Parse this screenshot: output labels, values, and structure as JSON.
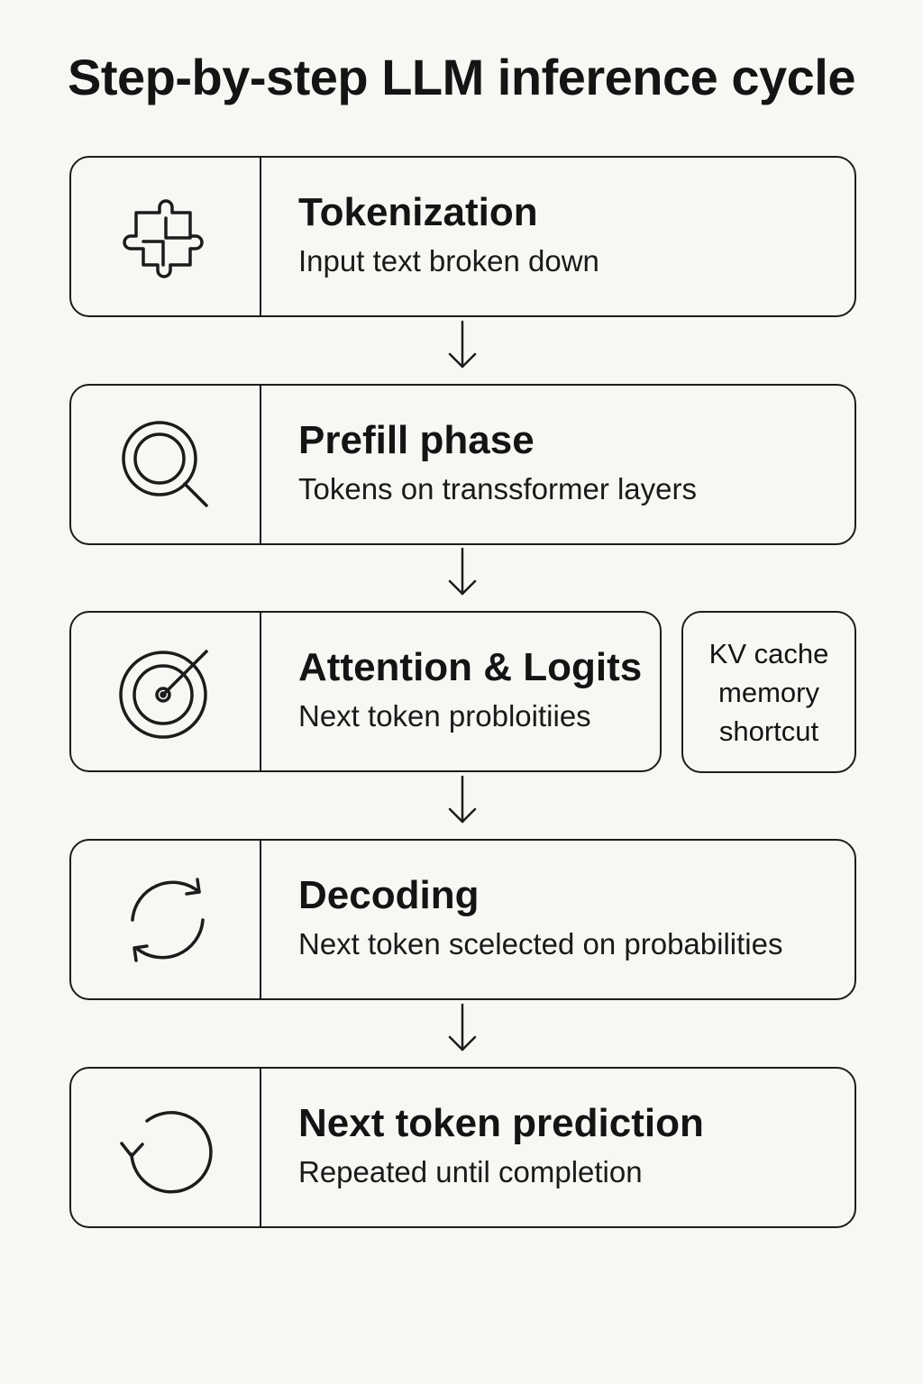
{
  "title": "Step-by-step LLM inference cycle",
  "steps": [
    {
      "title": "Tokenization",
      "description": "Input text broken down",
      "icon": "puzzle-icon"
    },
    {
      "title": "Prefill phase",
      "description": "Tokens on transsformer layers",
      "icon": "magnifier-icon"
    },
    {
      "title": "Attention & Logits",
      "description": "Next token probloitiies",
      "icon": "target-icon"
    },
    {
      "title": "Decoding",
      "description": "Next token scelected on probabilities",
      "icon": "refresh-icon"
    },
    {
      "title": "Next token prediction",
      "description": "Repeated until completion",
      "icon": "loop-arrow-icon"
    }
  ],
  "side_note": {
    "label": "KV cache\nmemory\nshortcut"
  },
  "colors": {
    "background": "#f8f7f4",
    "stroke": "#1c1c1c",
    "text": "#141414"
  }
}
